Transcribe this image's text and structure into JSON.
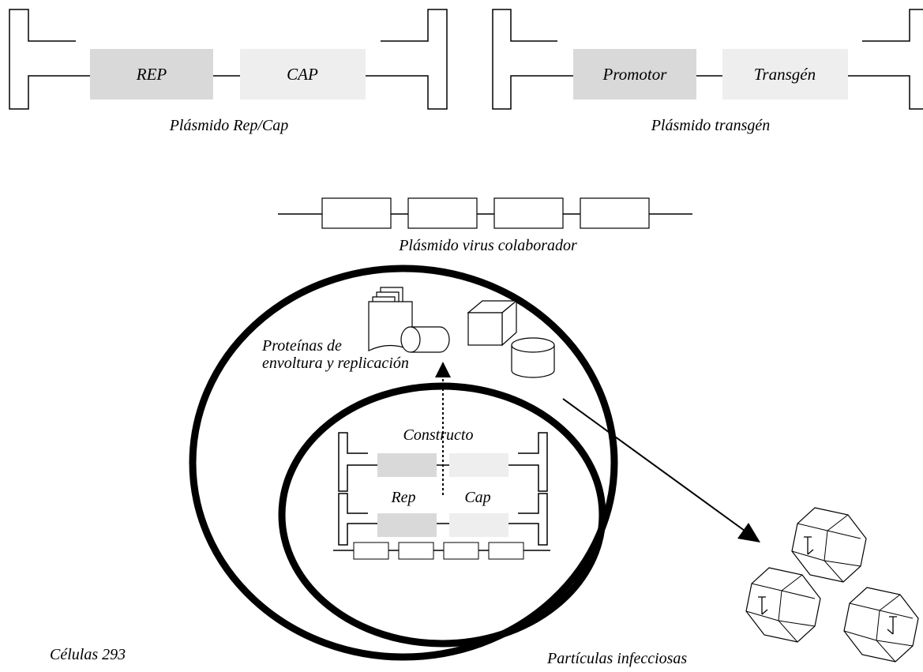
{
  "plasmids": {
    "repcap": {
      "gene1": "REP",
      "gene2": "CAP",
      "caption": "Plásmido Rep/Cap"
    },
    "transgene": {
      "gene1": "Promotor",
      "gene2": "Transgén",
      "caption": "Plásmido transgén"
    },
    "helper": {
      "caption": "Plásmido virus colaborador"
    }
  },
  "cell": {
    "proteins_line1": "Proteínas de",
    "proteins_line2": "envoltura y replicación",
    "construct_label": "Constructo",
    "rep_label": "Rep",
    "cap_label": "Cap",
    "cell_label": "Células 293"
  },
  "particles": {
    "label": "Partículas infecciosas"
  },
  "colors": {
    "gene_dark": "#d9d9d9",
    "gene_light": "#eeeeee",
    "outline": "#000000"
  }
}
